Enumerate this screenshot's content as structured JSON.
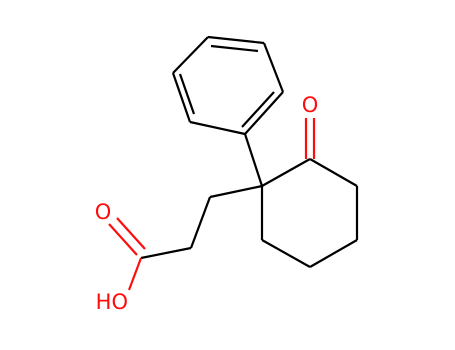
{
  "molecule": {
    "atoms": {
      "ketone_oxygen": "O",
      "carbonyl_oxygen": "O",
      "hydroxyl": "HO"
    },
    "colors": {
      "bond": "#000000",
      "heteroatom": "#ff0d0d",
      "background": "#ffffff"
    }
  }
}
